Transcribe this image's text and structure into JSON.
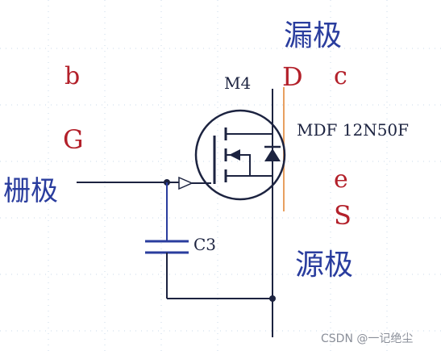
{
  "labels": {
    "drain_cn": "漏极",
    "gate_cn": "栅极",
    "source_cn": "源极",
    "b": "b",
    "G": "G",
    "D": "D",
    "c": "c",
    "e": "e",
    "S": "S",
    "part_ref": "M4",
    "part_number": "MDF 12N50F",
    "cap_ref": "C3"
  },
  "watermark": "CSDN @一记绝尘",
  "colors": {
    "wire": "#1c2340",
    "accent_red": "#b3202a",
    "label_blue": "#2a3d9e",
    "grid": "#c9d8ea",
    "highlight": "#e8a060"
  }
}
